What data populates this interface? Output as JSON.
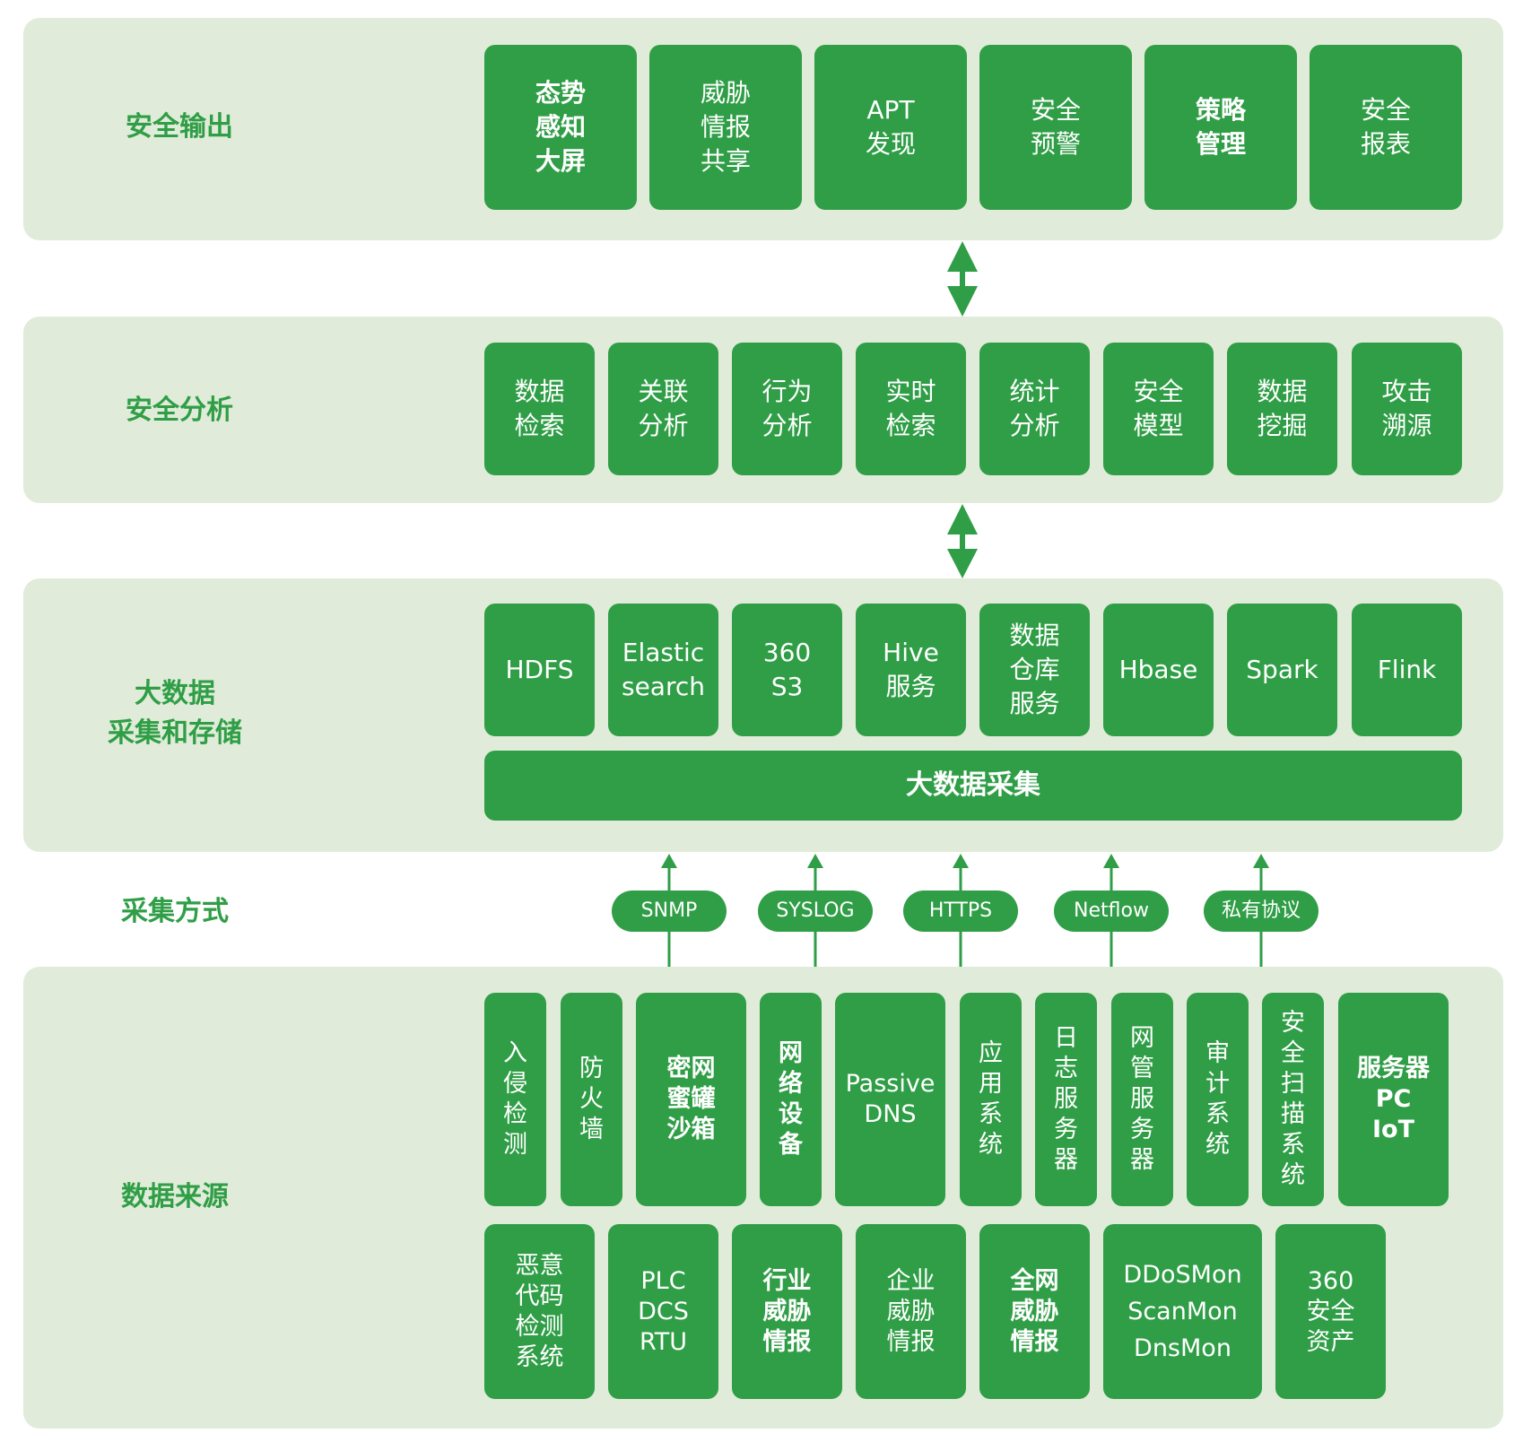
{
  "colors": {
    "accent": "#2f9e46",
    "layer_bg": "#e0ecd9",
    "box_text": "#ffffff"
  },
  "layers": {
    "output": {
      "title": "安全输出",
      "items": [
        "态势\n感知\n大屏",
        "威胁\n情报\n共享",
        "APT\n发现",
        "安全\n预警",
        "策略\n管理",
        "安全\n报表"
      ]
    },
    "analysis": {
      "title": "安全分析",
      "items": [
        "数据\n检索",
        "关联\n分析",
        "行为\n分析",
        "实时\n检索",
        "统计\n分析",
        "安全\n模型",
        "数据\n挖掘",
        "攻击\n溯源"
      ]
    },
    "bigdata": {
      "title": "大数据\n采集和存储",
      "items": [
        "HDFS",
        "Elastic\nsearch",
        "360\nS3",
        "Hive\n服务",
        "数据\n仓库\n服务",
        "Hbase",
        "Spark",
        "Flink"
      ],
      "bar": "大数据采集"
    },
    "collection": {
      "title": "采集方式",
      "methods": [
        "SNMP",
        "SYSLOG",
        "HTTPS",
        "Netflow",
        "私有协议"
      ]
    },
    "sources": {
      "title": "数据来源",
      "row1": [
        "入\n侵\n检\n测",
        "防\n火\n墙",
        "密网\n蜜罐\n沙箱",
        "网\n络\n设\n备",
        "Passive\nDNS",
        "应\n用\n系\n统",
        "日\n志\n服\n务\n器",
        "网\n管\n服\n务\n器",
        "审\n计\n系\n统",
        "安\n全\n扫\n描\n系\n统",
        "服务器\nPC\nIoT"
      ],
      "row2": [
        "恶意\n代码\n检测\n系统",
        "PLC\nDCS\nRTU",
        "行业\n威胁\n情报",
        "企业\n威胁\n情报",
        "全网\n威胁\n情报",
        "DDoSMon\nScanMon\nDnsMon",
        "360\n安全\n资产"
      ]
    }
  }
}
